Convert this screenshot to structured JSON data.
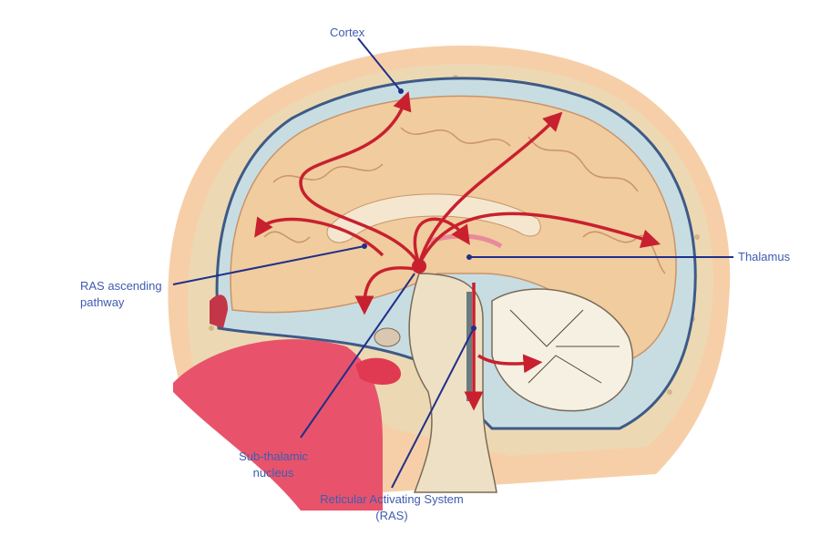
{
  "labels": {
    "cortex": "Cortex",
    "thalamus": "Thalamus",
    "ras_pathway_line1": "RAS ascending",
    "ras_pathway_line2": "pathway",
    "subthalamic_line1": "Sub-thalamic",
    "subthalamic_line2": "nucleus",
    "ras_line1": "Reticular Activating System",
    "ras_line2": "(RAS)"
  },
  "colors": {
    "label_text": "#3f5bb0",
    "leader_line": "#1f2f8a",
    "arrow": "#c8202f",
    "skin": "#f6cfa8",
    "bone": "#ecd9b4",
    "brain": "#f0cc9e",
    "membrane": "#c8dde2"
  }
}
